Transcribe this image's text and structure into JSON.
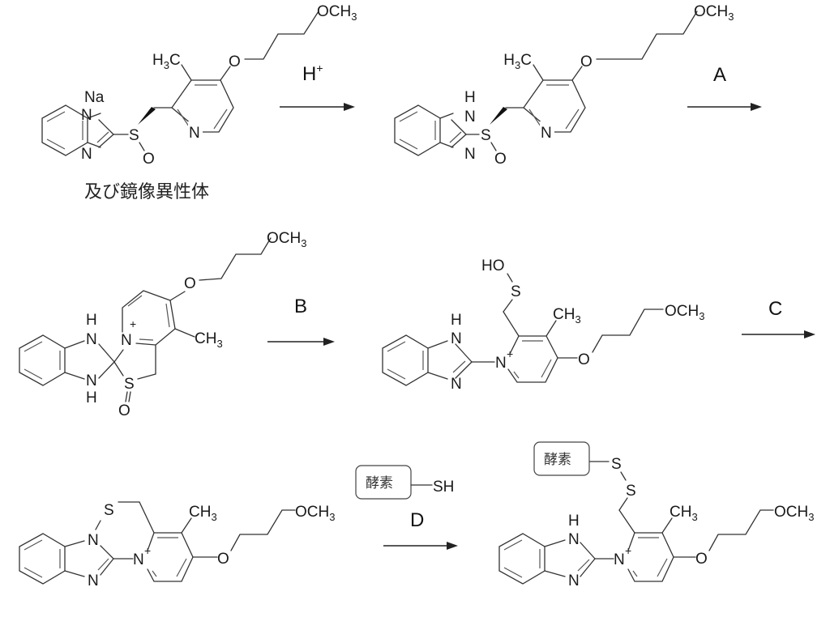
{
  "scheme": {
    "steps": [
      {
        "id": "step1",
        "reagent": "H",
        "reagent_sup": "+"
      },
      {
        "id": "step2",
        "reagent": "A"
      },
      {
        "id": "step3",
        "reagent": "B"
      },
      {
        "id": "step4",
        "reagent": "C"
      },
      {
        "id": "step5",
        "reagent": "D",
        "enzyme_reagent": {
          "box": "酵素",
          "group": "SH"
        }
      }
    ],
    "note": "及び鏡像異性体",
    "atoms": {
      "Na": "Na",
      "N": "N",
      "H": "H",
      "S": "S",
      "O": "O",
      "HO": "HO",
      "OCH": "OCH",
      "CH": "CH",
      "H3C_H": "H",
      "H3C_C": "C",
      "three": "3",
      "plus": "+"
    },
    "product": {
      "enzyme_box": "酵素"
    }
  }
}
